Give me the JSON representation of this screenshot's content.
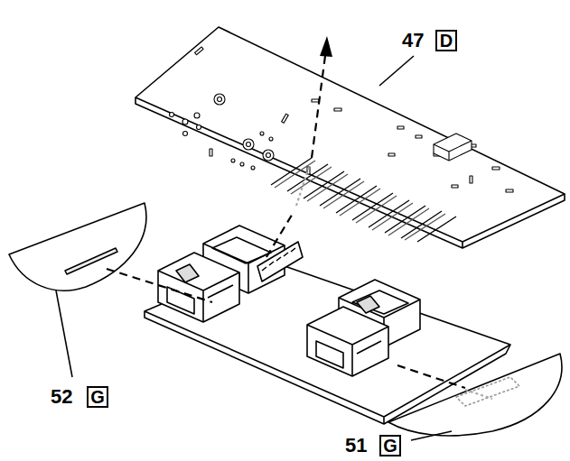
{
  "diagram": {
    "nodes": [
      {
        "text": [
          "D"
        ]
      },
      {
        "text": [
          "G"
        ]
      },
      {
        "text": [
          "G"
        ]
      }
    ],
    "labels": [
      "47",
      "52",
      "51"
    ]
  }
}
